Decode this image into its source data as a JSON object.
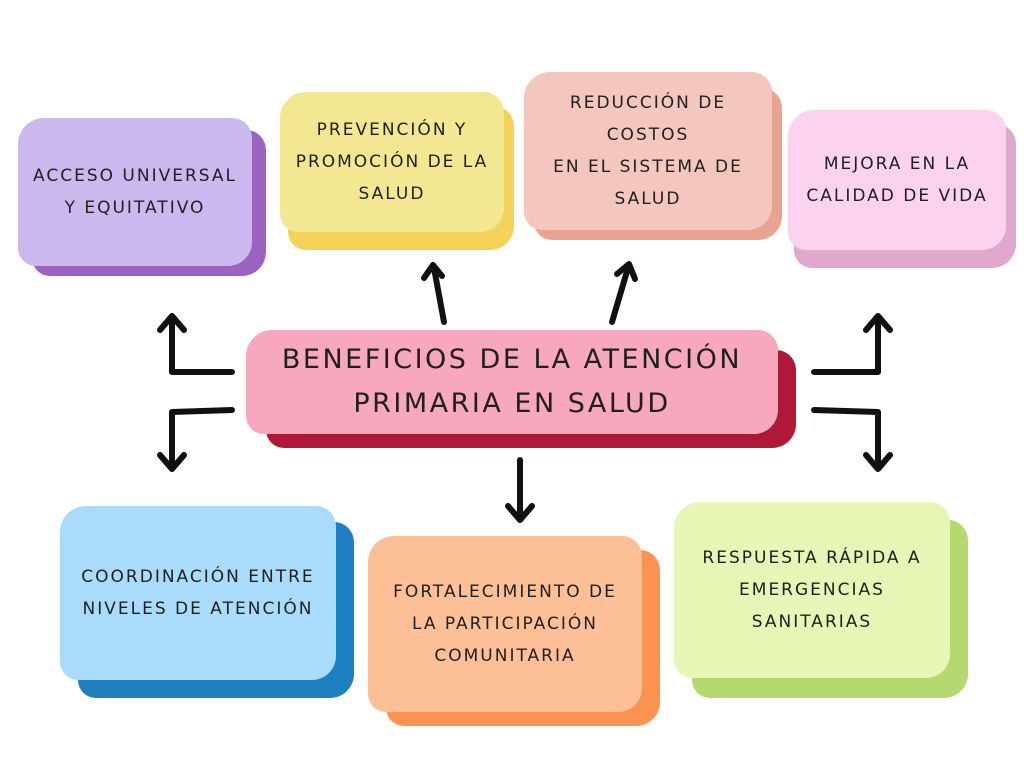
{
  "center": {
    "label": "Beneficios de la atención\nprimaria en salud",
    "face": "#f7a8bd",
    "shadow": "#b0183a"
  },
  "boxes": [
    {
      "id": "acceso",
      "label": "Acceso universal\ny equitativo",
      "face": "#cbb8ee",
      "shadow": "#9c62c1"
    },
    {
      "id": "prevencion",
      "label": "Prevención y\npromoción de la\nsalud",
      "face": "#f3e891",
      "shadow": "#f6d15a"
    },
    {
      "id": "reduccion",
      "label": "Reducción de costos\nen el sistema de\nsalud",
      "face": "#f3c7bd",
      "shadow": "#eaa390"
    },
    {
      "id": "mejora",
      "label": "Mejora en la\ncalidad de vida",
      "face": "#fbd3ef",
      "shadow": "#e0a7cf"
    },
    {
      "id": "coordinacion",
      "label": "Coordinación entre\nniveles de atención",
      "face": "#a9dcfb",
      "shadow": "#1d7fc0"
    },
    {
      "id": "fortalecimiento",
      "label": "Fortalecimiento de\nla participación\ncomunitaria",
      "face": "#fdbf95",
      "shadow": "#fb9350"
    },
    {
      "id": "respuesta",
      "label": "Respuesta rápida a\nemergencias\nsanitarias",
      "face": "#e7f6b5",
      "shadow": "#b3d970"
    }
  ],
  "arrow_color": "#111111"
}
